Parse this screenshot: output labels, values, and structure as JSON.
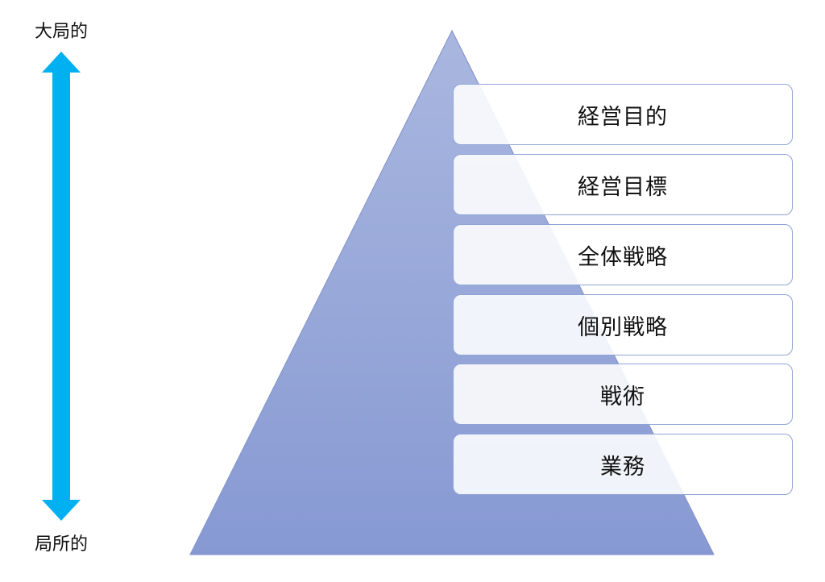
{
  "scale": {
    "top_label": "大局的",
    "bottom_label": "局所的",
    "arrow_color": "#00b0f0"
  },
  "pyramid": {
    "fill_top": "#a9b7df",
    "fill_bottom": "#8799d3",
    "stroke": "#7f8fc7"
  },
  "levels": [
    {
      "label": "経営目的"
    },
    {
      "label": "経営目標"
    },
    {
      "label": "全体戦略"
    },
    {
      "label": "個別戦略"
    },
    {
      "label": "戦術"
    },
    {
      "label": "業務"
    }
  ]
}
